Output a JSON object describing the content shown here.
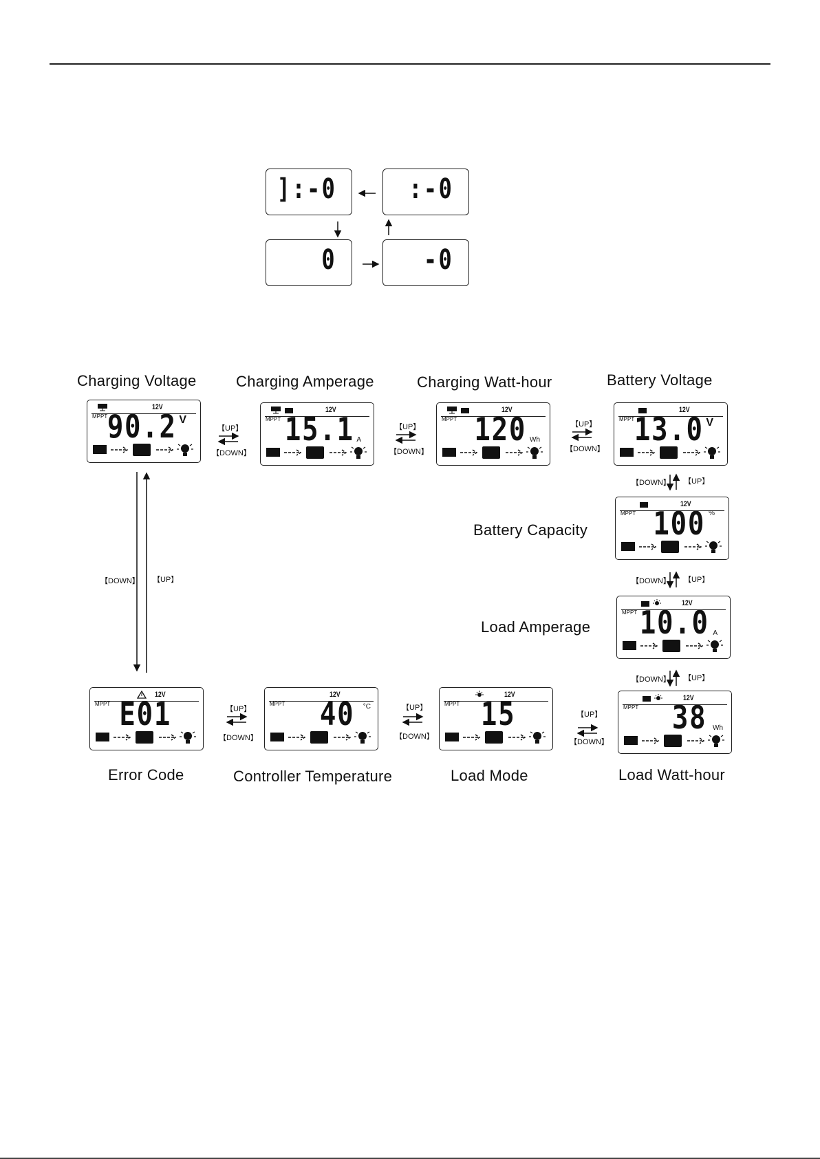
{
  "top_cycle": [
    "]:-0",
    ":-0",
    "0",
    "-0"
  ],
  "labels": {
    "up": "【UP】",
    "down": "【DOWN】"
  },
  "panels": {
    "charging_voltage": {
      "title": "Charging Voltage",
      "value": "90.2",
      "unit": "V",
      "system": "12V",
      "mppt": "MPPT"
    },
    "charging_amperage": {
      "title": "Charging Amperage",
      "value": "15.1",
      "unit": "A",
      "system": "12V",
      "mppt": "MPPT"
    },
    "charging_watt_hour": {
      "title": "Charging Watt-hour",
      "value": "120",
      "unit": "Wh",
      "system": "12V",
      "mppt": "MPPT"
    },
    "battery_voltage": {
      "title": "Battery Voltage",
      "value": "13.0",
      "unit": "V",
      "system": "12V",
      "mppt": "MPPT"
    },
    "battery_capacity": {
      "title": "Battery Capacity",
      "value": "100",
      "unit": "%",
      "system": "12V",
      "mppt": "MPPT"
    },
    "load_amperage": {
      "title": "Load Amperage",
      "value": "10.0",
      "unit": "A",
      "system": "12V",
      "mppt": "MPPT"
    },
    "load_watt_hour": {
      "title": "Load Watt-hour",
      "value": "38",
      "unit": "Wh",
      "system": "12V",
      "mppt": "MPPT"
    },
    "load_mode": {
      "title": "Load Mode",
      "value": "15",
      "unit": "",
      "system": "12V",
      "mppt": "MPPT"
    },
    "controller_temperature": {
      "title": "Controller Temperature",
      "value": "40",
      "unit": "°C",
      "system": "12V",
      "mppt": "MPPT"
    },
    "error_code": {
      "title": "Error Code",
      "value": "E01",
      "unit": "",
      "system": "12V",
      "mppt": "MPPT"
    }
  },
  "colors": {
    "ink": "#111111",
    "background": "#ffffff"
  },
  "icons": [
    "solar-panel-icon",
    "battery-icon",
    "bulb-icon",
    "warning-icon",
    "arrow-icon"
  ]
}
